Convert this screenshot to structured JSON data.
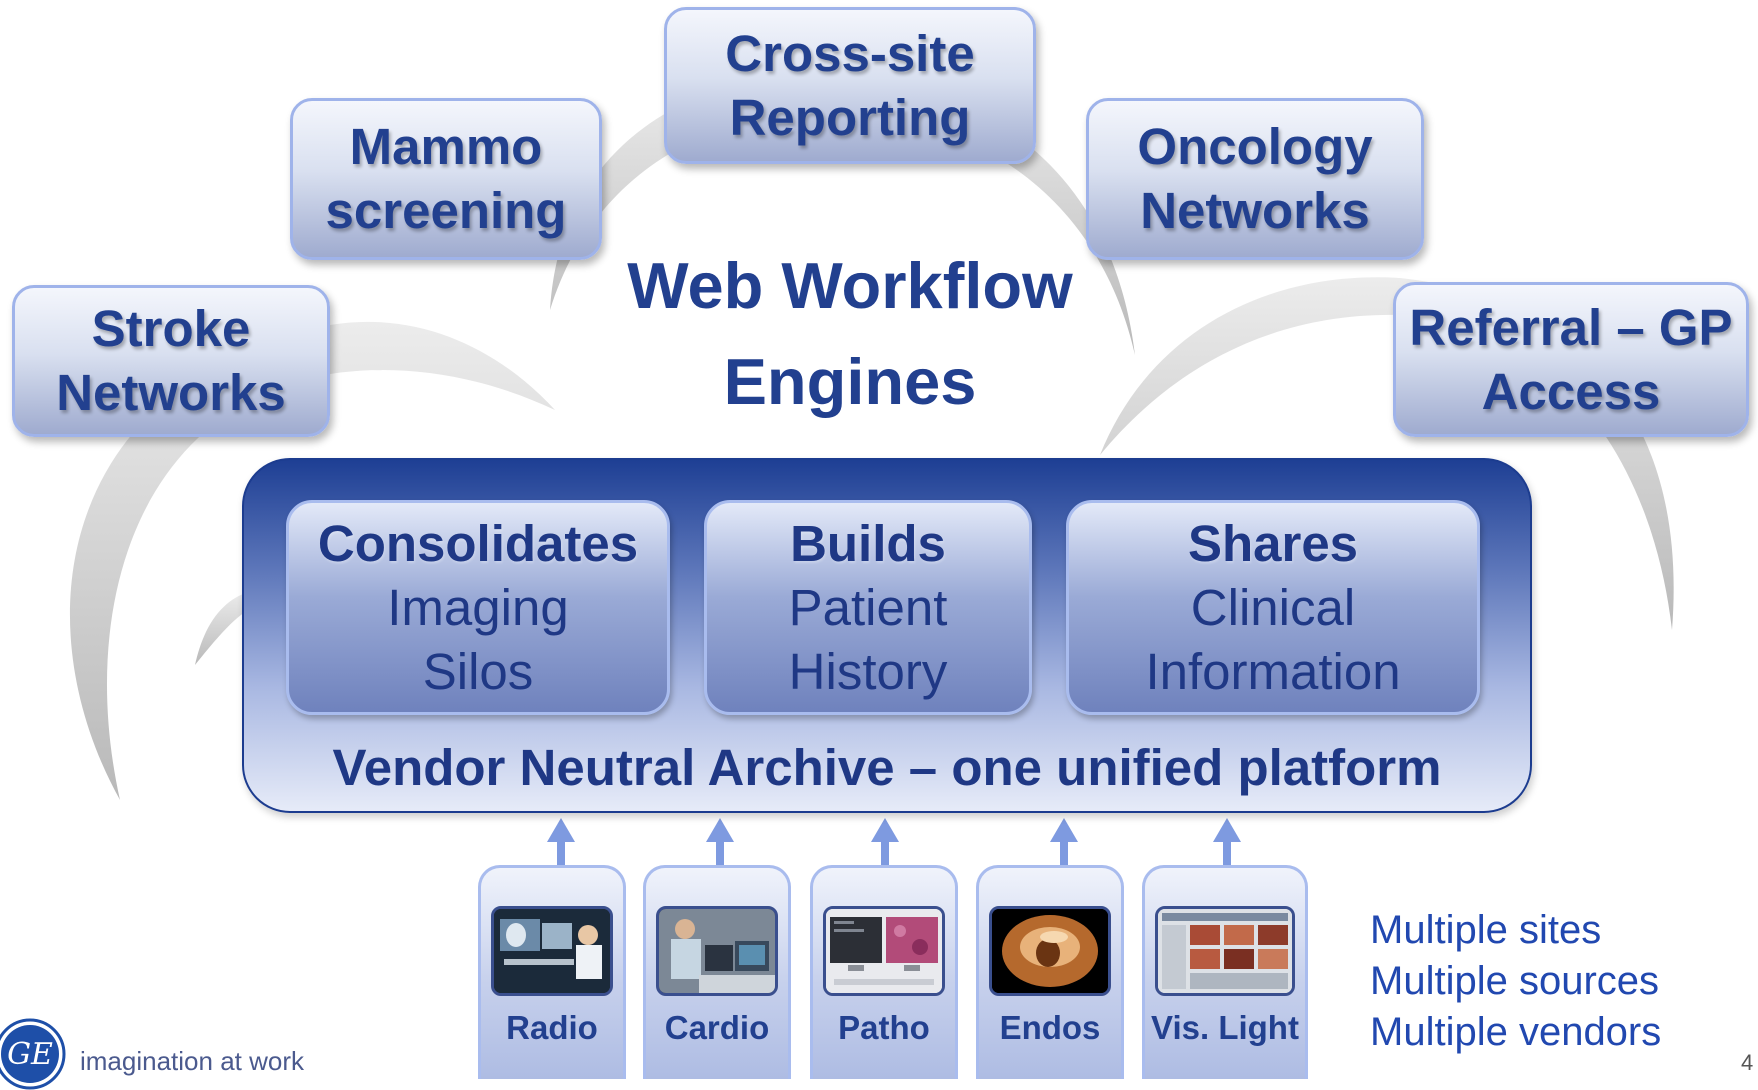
{
  "top_boxes": {
    "cross_site": [
      "Cross-site",
      "Reporting"
    ],
    "mammo": [
      "Mammo",
      "screening"
    ],
    "oncology": [
      "Oncology",
      "Networks"
    ],
    "stroke": [
      "Stroke",
      "Networks"
    ],
    "referral": [
      "Referral – GP",
      "Access"
    ]
  },
  "center_title": [
    "Web Workflow",
    "Engines"
  ],
  "vna": {
    "consolidates": {
      "heading": "Consolidates",
      "lines": [
        "Imaging",
        "Silos"
      ]
    },
    "builds": {
      "heading": "Builds",
      "lines": [
        "Patient",
        "History"
      ]
    },
    "shares": {
      "heading": "Shares",
      "lines": [
        "Clinical",
        "Information"
      ]
    },
    "label": "Vendor Neutral Archive – one unified platform"
  },
  "sources": [
    "Radio",
    "Cardio",
    "Patho",
    "Endos",
    "Vis. Light"
  ],
  "multiple": [
    "Multiple sites",
    "Multiple sources",
    "Multiple vendors"
  ],
  "footer": {
    "tagline": "imagination at work",
    "page_number": "4",
    "logo_text": "GE"
  },
  "colors": {
    "primary_text": "#22408f",
    "accent_blue": "#2148b0",
    "vna_dark": "#1e3f94",
    "arc_gray": "#c8c8c8",
    "arrow": "#7e9ae0"
  }
}
